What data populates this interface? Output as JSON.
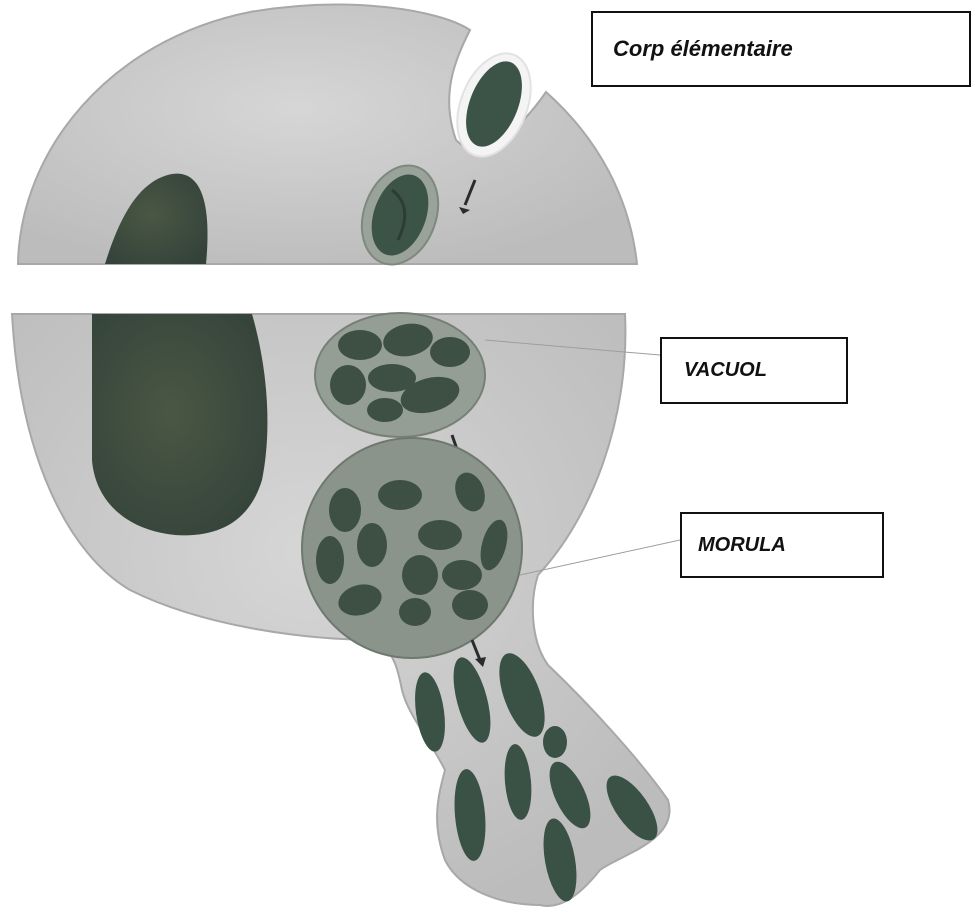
{
  "labels": {
    "elementary_body": "Corp  élémentaire",
    "vacuole": "VACUOL",
    "morula": "MORULA"
  },
  "colors": {
    "cell_cytoplasm": "#cccccc",
    "cell_outline": "#aaaaaa",
    "nucleus": "#3d4d3e",
    "vacuole_fill": "#8f998f",
    "body_fill": "#3c5448",
    "body_outline": "#2a3a30",
    "membrane_halo": "#f2f2f2",
    "arrow": "#2b2b2b"
  }
}
